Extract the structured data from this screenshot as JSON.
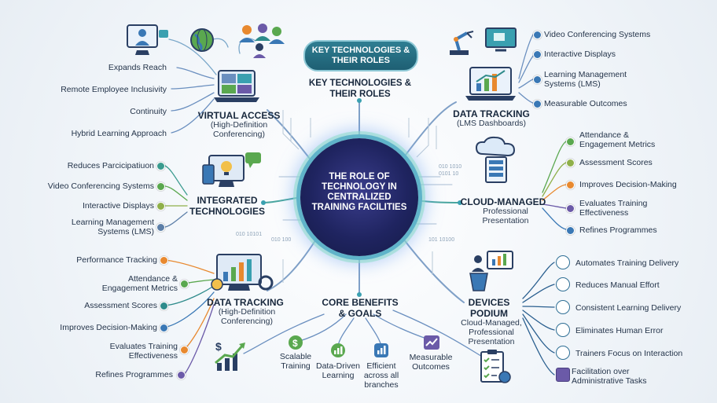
{
  "header": {
    "pill": "KEY TECHNOLOGIES & THEIR ROLES",
    "heading": "KEY TECHNOLOGIES & THEIR ROLES"
  },
  "hub": {
    "title": "THE ROLE OF TECHNOLOGY IN CENTRALIZED TRAINING FACILITIES"
  },
  "virtual_access": {
    "title": "VIRTUAL ACCESS",
    "subtitle": "(High-Definition Conferencing)",
    "items": [
      "Expands Reach",
      "Remote Employee Inclusivity",
      "Continuity",
      "Hybrid Learning Approach"
    ]
  },
  "integrated": {
    "title": "INTEGRATED TECHNOLOGIES",
    "items": [
      "Reduces Parcicipatiuon",
      "Video Conferencing Systems",
      "Interactive Displays",
      "Learning Management Systems (LMS)"
    ]
  },
  "data_tracking_left": {
    "title": "DATA TRACKING",
    "subtitle": "(High-Definition Conferencing)",
    "items": [
      "Performance Tracking",
      "Attendance & Engagement Metrics",
      "Assessment Scores",
      "Improves Decision-Making",
      "Evaluates Training Effectiveness",
      "Refines Programmes"
    ]
  },
  "data_tracking_right": {
    "title": "DATA TRACKING",
    "subtitle": "(LMS Dashboards)",
    "items": [
      "Video Conferencing Systems",
      "Interactive Displays",
      "Learning Management Systems (LMS)",
      "Measurable Outcomes"
    ]
  },
  "cloud": {
    "title": "CLOUD-MANAGED",
    "subtitle": "Professional Presentation",
    "items": [
      "Attendance & Engagement Metrics",
      "Assessment Scores",
      "Improves Decision-Making",
      "Evaluates Training Effectiveness",
      "Refines Programmes"
    ]
  },
  "devices": {
    "title": "DEVICES PODIUM",
    "subtitle": "Cloud-Managed, Professional Presentation",
    "items": [
      "Automates Training Delivery",
      "Reduces Manual Effort",
      "Consistent Learning Delivery",
      "Eliminates Human Error",
      "Trainers Focus on Interaction",
      "Facilitation over Administrative Tasks"
    ]
  },
  "core": {
    "title": "CORE BENEFITS & GOALS",
    "items": [
      "Scalable Training",
      "Data-Driven Learning",
      "Efficient across all branches",
      "Measurable Outcomes"
    ]
  },
  "decor": [
    "010 1010",
    "0101 10",
    "101 10100",
    "010 10101",
    "010 100"
  ],
  "colors": {
    "hub": "#1f2460",
    "ring": "#5fb3c9",
    "teal": "#2e8b8b",
    "green": "#5aa84f",
    "orange": "#e8892f",
    "purple": "#6b5aa8",
    "blue": "#3a78b5",
    "navy": "#2a3f63"
  }
}
